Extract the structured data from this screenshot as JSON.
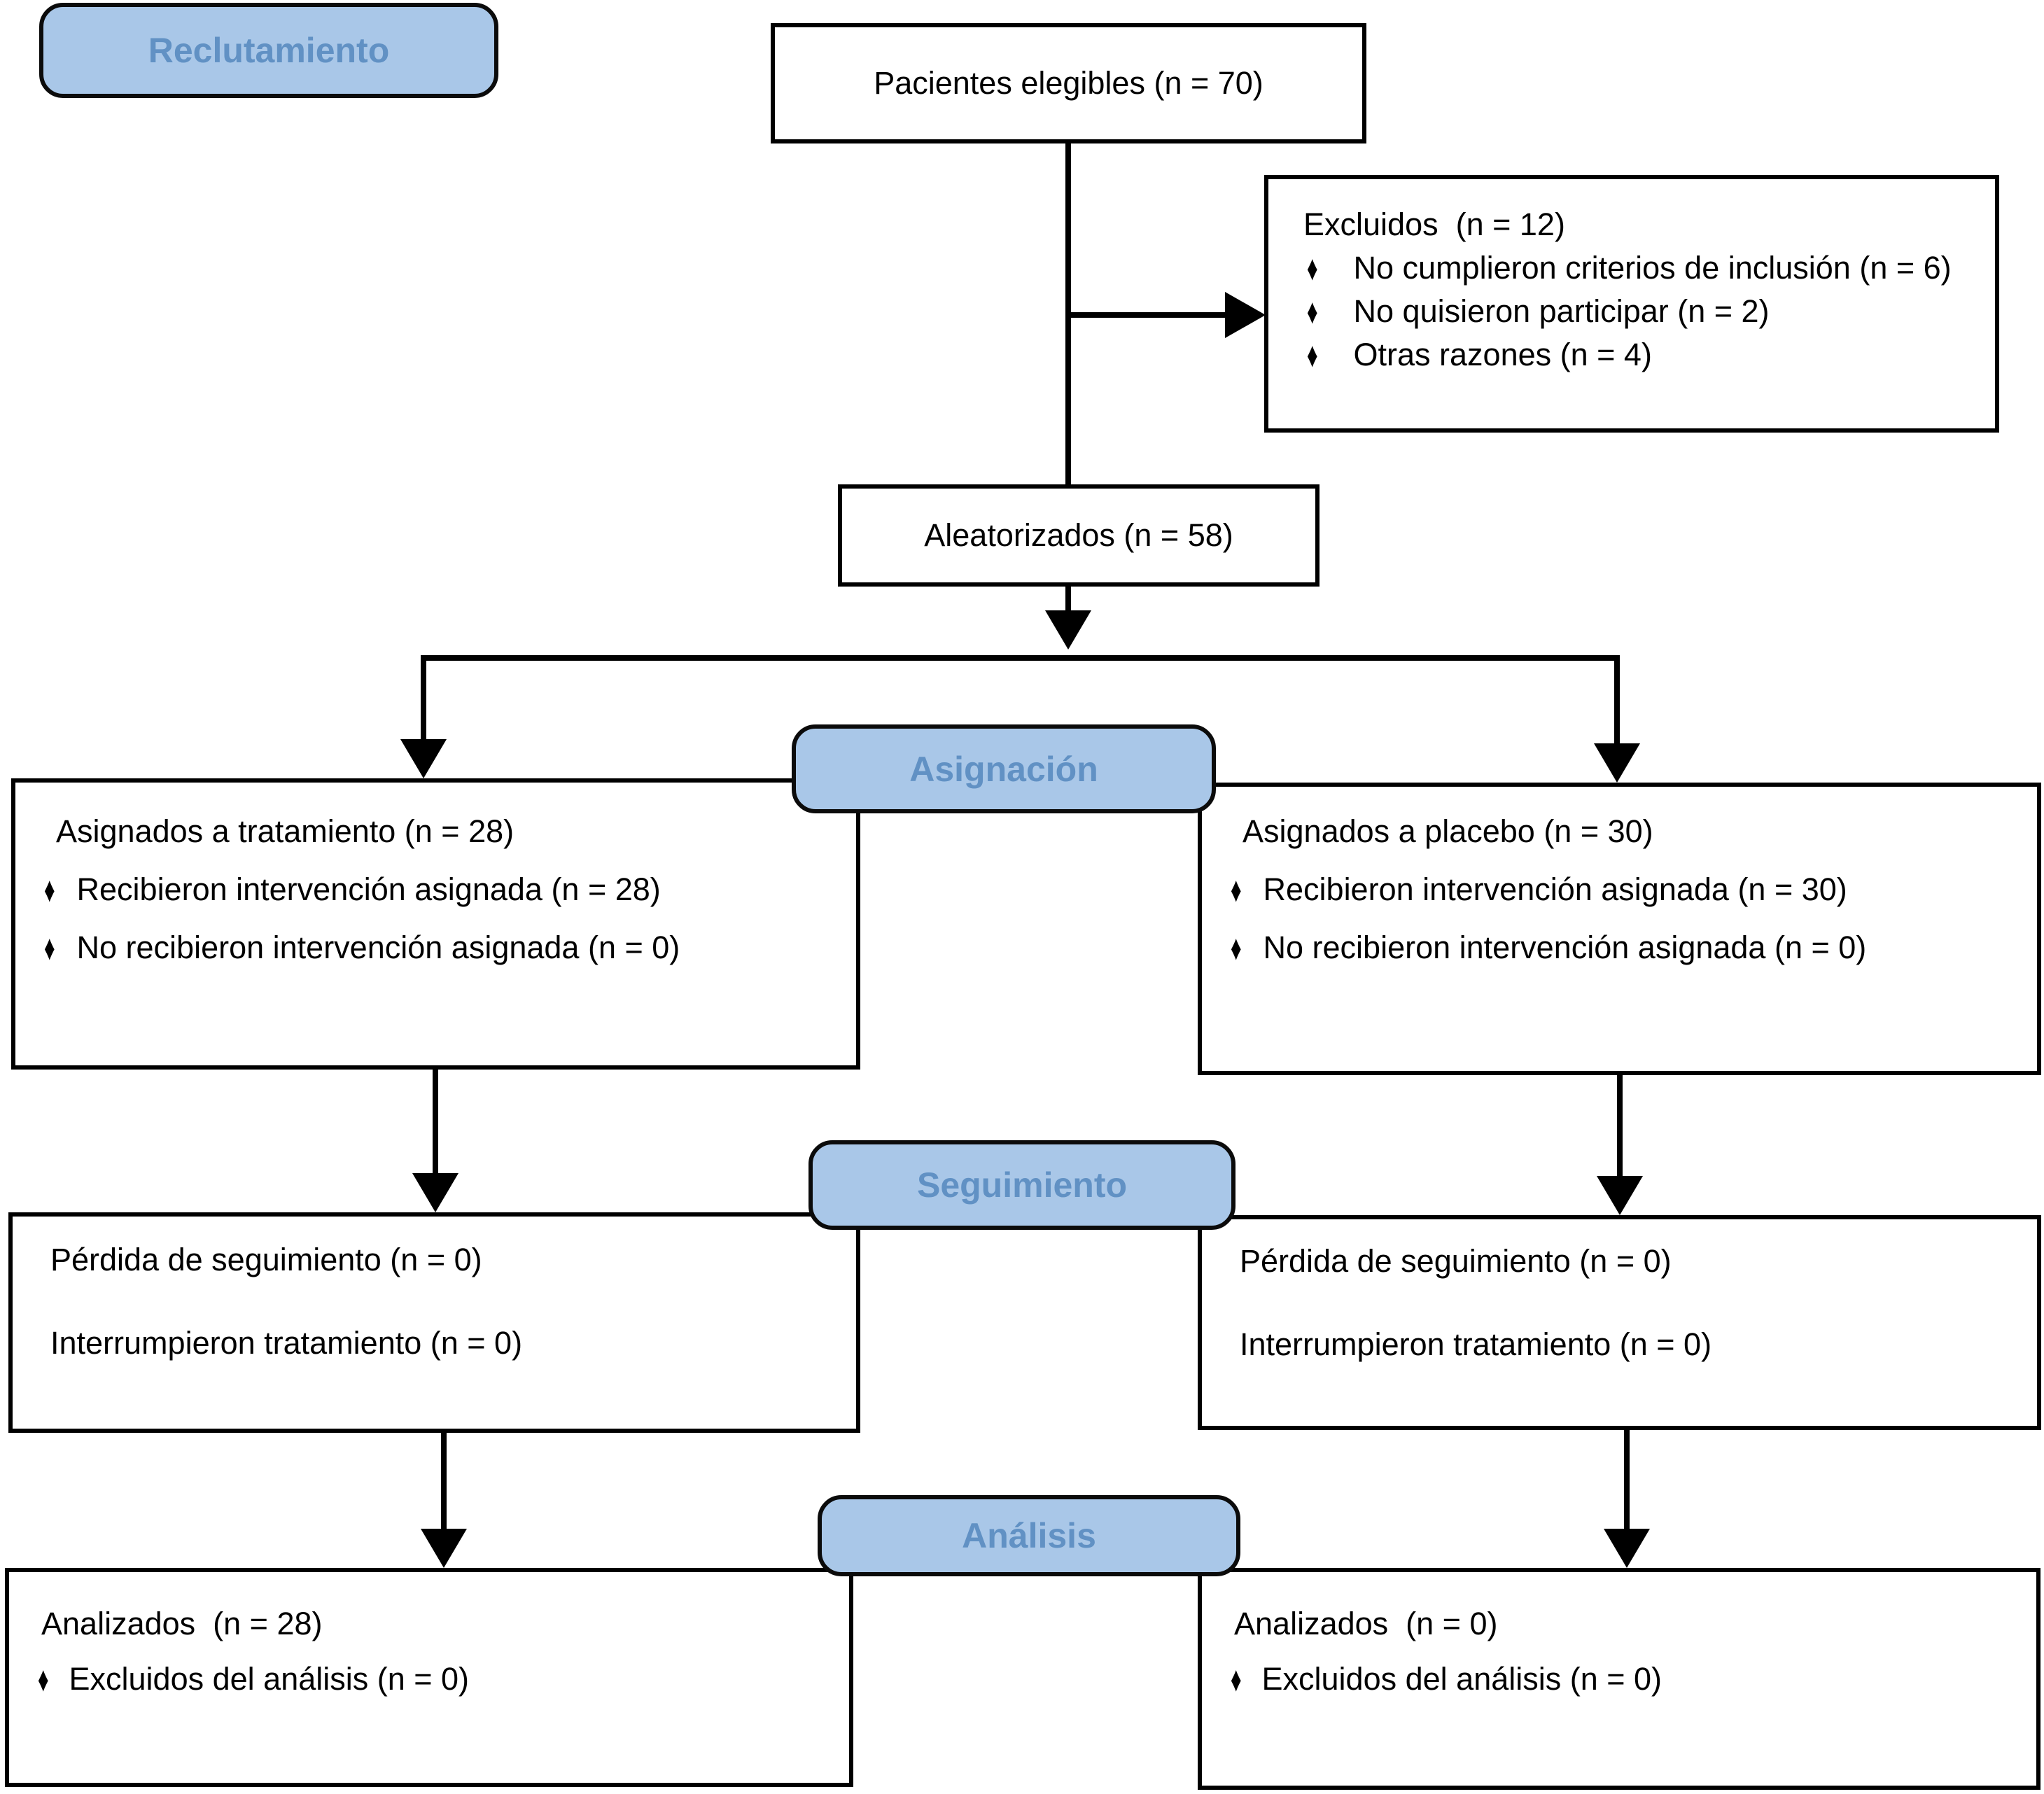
{
  "colors": {
    "pill_fill": "#a9c7e8",
    "pill_text": "#6191c4",
    "line": "#000000",
    "box_bg": "#ffffff"
  },
  "bullet": "♦",
  "stages": {
    "recruitment": "Reclutamiento",
    "allocation": "Asignación",
    "followup": "Seguimiento",
    "analysis": "Análisis"
  },
  "boxes": {
    "eligible": {
      "text": "Pacientes elegibles (n = 70)"
    },
    "excluded": {
      "title": "Excluidos  (n = 12)",
      "items": [
        "No cumplieron criterios de inclusión (n = 6)",
        "No quisieron participar (n = 2)",
        "Otras razones (n = 4)"
      ]
    },
    "randomized": {
      "text": "Aleatorizados (n = 58)"
    },
    "alloc_left": {
      "title": "Asignados a tratamiento (n = 28)",
      "items": [
        "Recibieron intervención asignada (n = 28)",
        "No recibieron intervención asignada (n = 0)"
      ]
    },
    "alloc_right": {
      "title": "Asignados a placebo (n = 30)",
      "items": [
        "Recibieron intervención asignada (n = 30)",
        "No recibieron intervención asignada (n = 0)"
      ]
    },
    "followup_left": {
      "lines": [
        "Pérdida de seguimiento (n = 0)",
        "Interrumpieron tratamiento (n = 0)"
      ]
    },
    "followup_right": {
      "lines": [
        "Pérdida de seguimiento (n = 0)",
        "Interrumpieron tratamiento (n = 0)"
      ]
    },
    "analysis_left": {
      "title": "Analizados  (n = 28)",
      "items": [
        "Excluidos del análisis (n = 0)"
      ]
    },
    "analysis_right": {
      "title": "Analizados  (n = 0)",
      "items": [
        "Excluidos del análisis (n = 0)"
      ]
    }
  }
}
